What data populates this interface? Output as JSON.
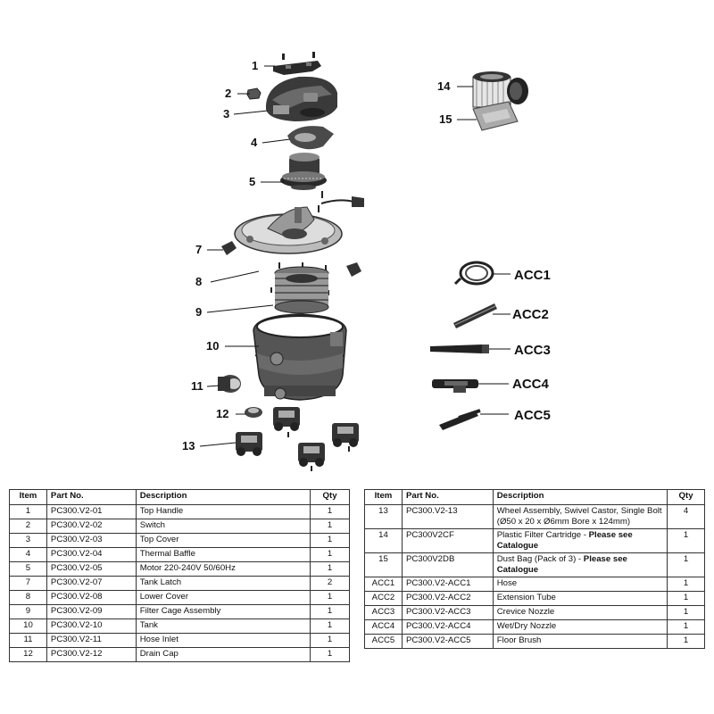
{
  "callouts": {
    "c1": "1",
    "c2": "2",
    "c3": "3",
    "c4": "4",
    "c5": "5",
    "c7": "7",
    "c8": "8",
    "c9": "9",
    "c10": "10",
    "c11": "11",
    "c12": "12",
    "c13": "13",
    "c14": "14",
    "c15": "15",
    "acc1": "ACC1",
    "acc2": "ACC2",
    "acc3": "ACC3",
    "acc4": "ACC4",
    "acc5": "ACC5"
  },
  "table_left": {
    "headers": {
      "item": "Item",
      "part": "Part No.",
      "desc": "Description",
      "qty": "Qty"
    },
    "rows": [
      {
        "item": "1",
        "part": "PC300.V2-01",
        "desc": "Top Handle",
        "qty": "1"
      },
      {
        "item": "2",
        "part": "PC300.V2-02",
        "desc": "Switch",
        "qty": "1"
      },
      {
        "item": "3",
        "part": "PC300.V2-03",
        "desc": "Top Cover",
        "qty": "1"
      },
      {
        "item": "4",
        "part": "PC300.V2-04",
        "desc": "Thermal Baffle",
        "qty": "1"
      },
      {
        "item": "5",
        "part": "PC300.V2-05",
        "desc": "Motor 220-240V 50/60Hz",
        "qty": "1"
      },
      {
        "item": "7",
        "part": "PC300.V2-07",
        "desc": "Tank Latch",
        "qty": "2"
      },
      {
        "item": "8",
        "part": "PC300.V2-08",
        "desc": "Lower Cover",
        "qty": "1"
      },
      {
        "item": "9",
        "part": "PC300.V2-09",
        "desc": "Filter Cage Assembly",
        "qty": "1"
      },
      {
        "item": "10",
        "part": "PC300.V2-10",
        "desc": "Tank",
        "qty": "1"
      },
      {
        "item": "11",
        "part": "PC300.V2-11",
        "desc": "Hose Inlet",
        "qty": "1"
      },
      {
        "item": "12",
        "part": "PC300.V2-12",
        "desc": "Drain Cap",
        "qty": "1"
      }
    ]
  },
  "table_right": {
    "headers": {
      "item": "Item",
      "part": "Part No.",
      "desc": "Description",
      "qty": "Qty"
    },
    "rows": [
      {
        "item": "13",
        "part": "PC300.V2-13",
        "desc": "Wheel Assembly, Swivel Castor, Single Bolt (Ø50 x 20 x Ø6mm Bore x 124mm)",
        "desc_bold": "",
        "qty": "4"
      },
      {
        "item": "14",
        "part": "PC300V2CF",
        "desc": "Plastic Filter Cartridge - ",
        "desc_bold": "Please see Catalogue",
        "qty": "1"
      },
      {
        "item": "15",
        "part": "PC300V2DB",
        "desc": "Dust Bag (Pack of 3) - ",
        "desc_bold": "Please see Catalogue",
        "qty": "1"
      },
      {
        "item": "ACC1",
        "part": "PC300.V2-ACC1",
        "desc": "Hose",
        "desc_bold": "",
        "qty": "1"
      },
      {
        "item": "ACC2",
        "part": "PC300.V2-ACC2",
        "desc": "Extension Tube",
        "desc_bold": "",
        "qty": "1"
      },
      {
        "item": "ACC3",
        "part": "PC300.V2-ACC3",
        "desc": "Crevice Nozzle",
        "desc_bold": "",
        "qty": "1"
      },
      {
        "item": "ACC4",
        "part": "PC300.V2-ACC4",
        "desc": "Wet/Dry Nozzle",
        "desc_bold": "",
        "qty": "1"
      },
      {
        "item": "ACC5",
        "part": "PC300.V2-ACC5",
        "desc": "Floor Brush",
        "desc_bold": "",
        "qty": "1"
      }
    ]
  }
}
